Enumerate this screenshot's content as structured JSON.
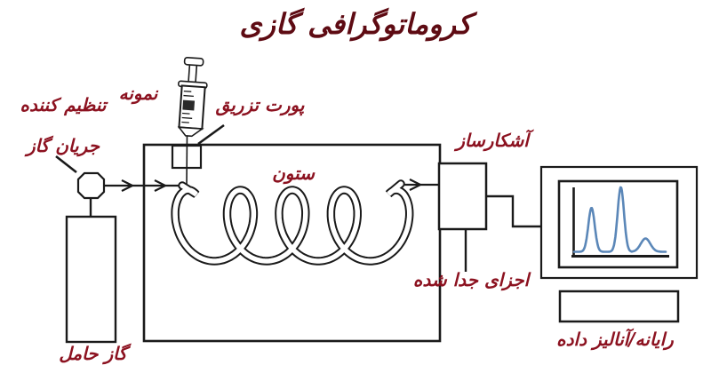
{
  "title": "کروماتوگرافی گازی",
  "labels": {
    "sample": "نمونه",
    "injection_port": "پورت تزریق",
    "regulator_line1": "تنظیم کننده",
    "regulator_line2": "جریان گاز",
    "column": "ستون",
    "detector": "آشکارساز",
    "separated_components": "اجزای جدا شده",
    "carrier_gas": "گاز حامل",
    "computer": "رایانه/آنالیز داده"
  },
  "colors": {
    "label": "#8c1220",
    "title": "#5e0b13",
    "line": "#1a1a1a",
    "chromatogram": "#5b87b8"
  },
  "chart_data": {
    "type": "line",
    "description": "Chromatogram shown on the monitor screen: flat baseline with three peaks (medium, tall, small broad), blue trace over black L-shaped axes, no tick labels",
    "peaks": [
      {
        "position": 0.19,
        "height": 0.66,
        "sigma": 0.035
      },
      {
        "position": 0.51,
        "height": 0.97,
        "sigma": 0.035
      },
      {
        "position": 0.78,
        "height": 0.2,
        "sigma": 0.052
      }
    ],
    "axes_shown": true,
    "tick_labels": false,
    "legend": false
  }
}
